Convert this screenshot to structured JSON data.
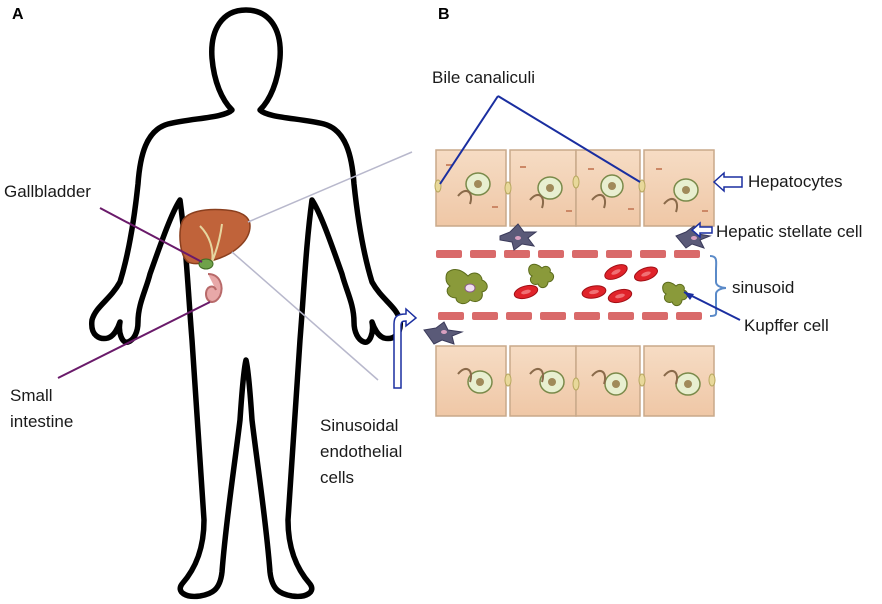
{
  "panels": {
    "a": "A",
    "b": "B"
  },
  "labels": {
    "gallbladder": "Gallbladder",
    "small_intestine_1": "Small",
    "small_intestine_2": "intestine",
    "bile_canaliculi": "Bile canaliculi",
    "hepatocytes": "Hepatocytes",
    "hepatic_stellate_cell": "Hepatic stellate cell",
    "sinusoid": "sinusoid",
    "kupffer_cell": "Kupffer cell",
    "sinusoidal_1": "Sinusoidal",
    "sinusoidal_2": "endothelial",
    "sinusoidal_3": "cells"
  },
  "colors": {
    "body_outline": "#000000",
    "hepatocyte_fill": "#f4d3b8",
    "hepatocyte_border": "#c9a98a",
    "nucleus": "#e8efd0",
    "endothelial": "#d96a6a",
    "red_blood_cell": "#e0232a",
    "kupffer": "#8a9a3a",
    "stellate": "#5a5a78",
    "pointer_blue": "#1a2ea0",
    "pointer_purple": "#6a1a6a",
    "liver": "#c0633a"
  },
  "icons": [
    "human-body-outline",
    "liver-icon",
    "gallbladder-icon",
    "small-intestine-icon",
    "hepatocyte-cell",
    "red-blood-cell",
    "kupffer-cell",
    "stellate-cell"
  ]
}
